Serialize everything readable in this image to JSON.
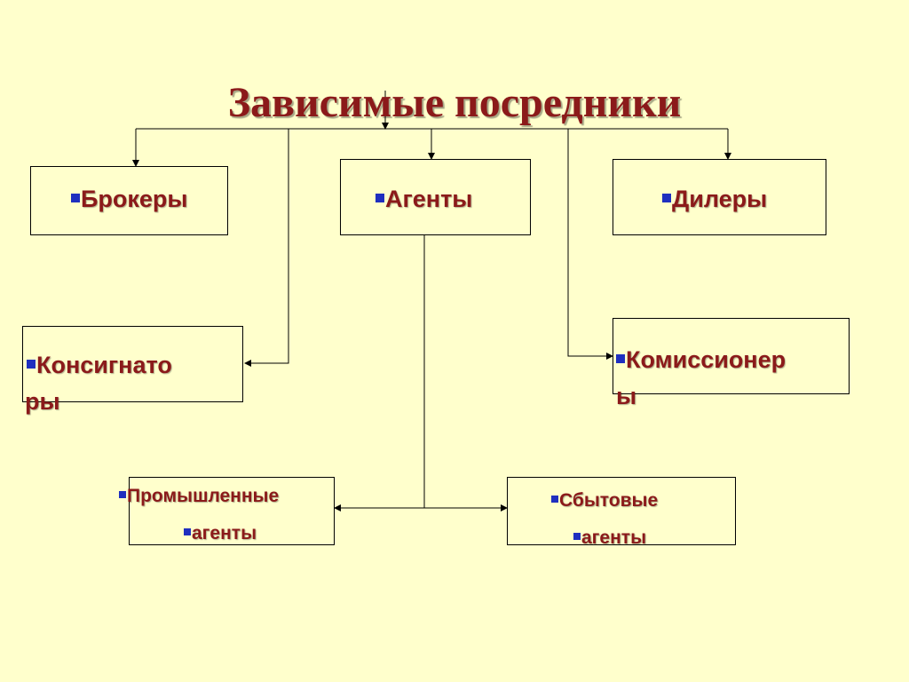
{
  "title": "Зависимые посредники",
  "nodes": {
    "brokers": "Брокеры",
    "agents": "Агенты",
    "dealers": "Дилеры",
    "consignors_line1": "Консигнато",
    "consignors_line2": "ры",
    "commissioners_line1": "Комиссионер",
    "commissioners_line2": "ы",
    "industrial_line1": "Промышленные",
    "industrial_line2": "агенты",
    "sales_line1": "Сбытовые",
    "sales_line2": "агенты"
  },
  "colors": {
    "background": "#FFFFCC",
    "text": "#8B1A1A",
    "bullet": "#1F2FBF",
    "lines": "#000000"
  },
  "icons": {
    "bullet": "square-bullet-icon",
    "arrow": "arrowhead-icon"
  }
}
